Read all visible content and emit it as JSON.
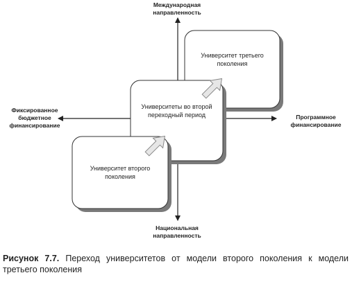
{
  "axes": {
    "top": "Международная направленность",
    "bottom": "Национальная направленность",
    "left": "Фиксированное бюджетное финансирование",
    "right": "Программное финансирование"
  },
  "boxes": {
    "third_generation": "Университет третьего поколения",
    "transition": "Университеты во второй переходный период",
    "second_generation": "Университет второго поколения"
  },
  "caption": {
    "number": "Рисунок 7.7.",
    "text": " Переход университетов от модели второго поколения к модели третьего поколения"
  },
  "colors": {
    "line": "#222222",
    "box_fill": "#ffffff",
    "box_shadow": "#7a7a7a",
    "arrow_fill": "#e6e6e6"
  }
}
